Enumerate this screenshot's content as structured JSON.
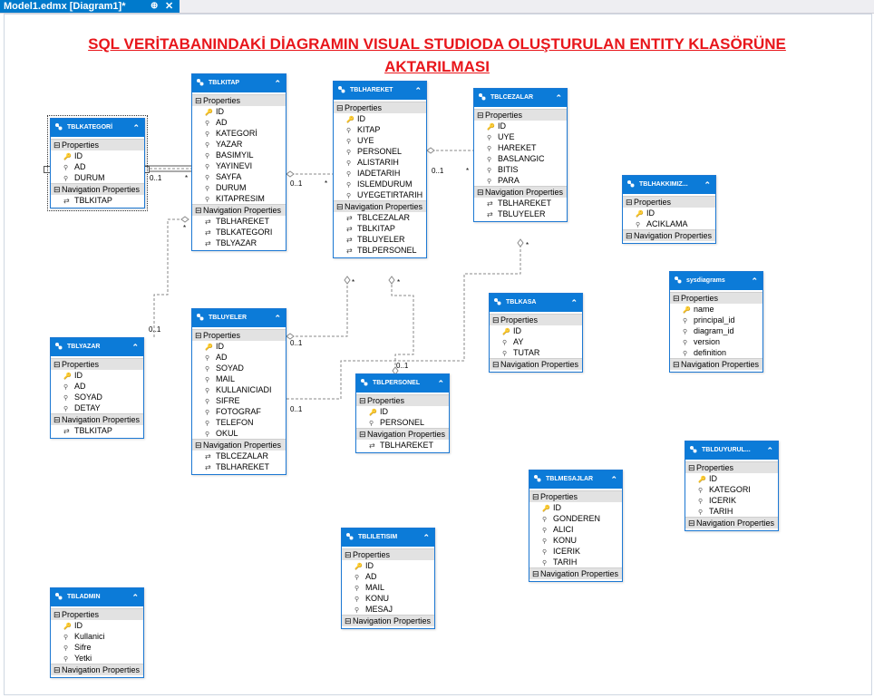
{
  "tab": {
    "title": "Model1.edmx [Diagram1]*",
    "pin_glyph": "⊕",
    "close_glyph": "✕"
  },
  "title": {
    "line1": "SQL VERİTABANINDAKİ DİAGRAMIN VISUAL STUDIODA OLUŞTURULAN ENTITY KLASÖRÜNE",
    "line2": "AKTARILMASI"
  },
  "section_labels": {
    "properties": "Properties",
    "navigation": "Navigation Properties"
  },
  "entities": [
    {
      "key": "tblkategori",
      "name": "TBLKATEGORİ",
      "properties": [
        "ID",
        "AD",
        "DURUM"
      ],
      "navigation": [
        "TBLKITAP"
      ]
    },
    {
      "key": "tblkitap",
      "name": "TBLKITAP",
      "properties": [
        "ID",
        "AD",
        "KATEGORİ",
        "YAZAR",
        "BASIMYIL",
        "YAYINEVI",
        "SAYFA",
        "DURUM",
        "KITAPRESIM"
      ],
      "navigation": [
        "TBLHAREKET",
        "TBLKATEGORI",
        "TBLYAZAR"
      ]
    },
    {
      "key": "tblhareket",
      "name": "TBLHAREKET",
      "properties": [
        "ID",
        "KITAP",
        "UYE",
        "PERSONEL",
        "ALISTARIH",
        "IADETARIH",
        "ISLEMDURUM",
        "UYEGETIRTARIH"
      ],
      "navigation": [
        "TBLCEZALAR",
        "TBLKITAP",
        "TBLUYELER",
        "TBLPERSONEL"
      ]
    },
    {
      "key": "tblcezalar",
      "name": "TBLCEZALAR",
      "properties": [
        "ID",
        "UYE",
        "HAREKET",
        "BASLANGIC",
        "BITIS",
        "PARA"
      ],
      "navigation": [
        "TBLHAREKET",
        "TBLUYELER"
      ]
    },
    {
      "key": "tblhakkimiz",
      "name": "TBLHAKKIMIZ...",
      "properties": [
        "ID",
        "ACIKLAMA"
      ],
      "navigation": []
    },
    {
      "key": "sysdiagrams",
      "name": "sysdiagrams",
      "properties": [
        "name",
        "principal_id",
        "diagram_id",
        "version",
        "definition"
      ],
      "navigation": []
    },
    {
      "key": "tblkasa",
      "name": "TBLKASA",
      "properties": [
        "ID",
        "AY",
        "TUTAR"
      ],
      "navigation": []
    },
    {
      "key": "tblyazar",
      "name": "TBLYAZAR",
      "properties": [
        "ID",
        "AD",
        "SOYAD",
        "DETAY"
      ],
      "navigation": [
        "TBLKITAP"
      ]
    },
    {
      "key": "tbluyeler",
      "name": "TBLUYELER",
      "properties": [
        "ID",
        "AD",
        "SOYAD",
        "MAIL",
        "KULLANICIADI",
        "SIFRE",
        "FOTOGRAF",
        "TELEFON",
        "OKUL"
      ],
      "navigation": [
        "TBLCEZALAR",
        "TBLHAREKET"
      ]
    },
    {
      "key": "tblpersonel",
      "name": "TBLPERSONEL",
      "properties": [
        "ID",
        "PERSONEL"
      ],
      "navigation": [
        "TBLHAREKET"
      ]
    },
    {
      "key": "tblduyurular",
      "name": "TBLDUYURUL...",
      "properties": [
        "ID",
        "KATEGORI",
        "ICERIK",
        "TARIH"
      ],
      "navigation": []
    },
    {
      "key": "tblmesajlar",
      "name": "TBLMESAJLAR",
      "properties": [
        "ID",
        "GONDEREN",
        "ALICI",
        "KONU",
        "ICERIK",
        "TARIH"
      ],
      "navigation": []
    },
    {
      "key": "tbliletisim",
      "name": "TBLILETISIM",
      "properties": [
        "ID",
        "AD",
        "MAIL",
        "KONU",
        "MESAJ"
      ],
      "navigation": []
    },
    {
      "key": "tbladmin",
      "name": "TBLADMIN",
      "properties": [
        "ID",
        "Kullanici",
        "Sifre",
        "Yetki"
      ],
      "navigation": []
    }
  ],
  "multiplicities": {
    "kat_kitap_a": "0..1",
    "kat_kitap_b": "*",
    "kitap_hareket_a": "0..1",
    "kitap_hareket_b": "*",
    "hareket_ceza_a": "0..1",
    "hareket_ceza_b": "*",
    "kitap_yazar_a": "0..1",
    "kitap_yazar_b": "*",
    "uye_hareket_a": "0..1",
    "uye_hareket_b": "*",
    "uye_ceza_a": "0..1",
    "uye_ceza_b": "*",
    "pers_hareket_a": "0..1",
    "pers_hareket_b": "*"
  },
  "colors": {
    "header": "#0c7bd8",
    "title": "#e8161b",
    "tab": "#007acc"
  }
}
